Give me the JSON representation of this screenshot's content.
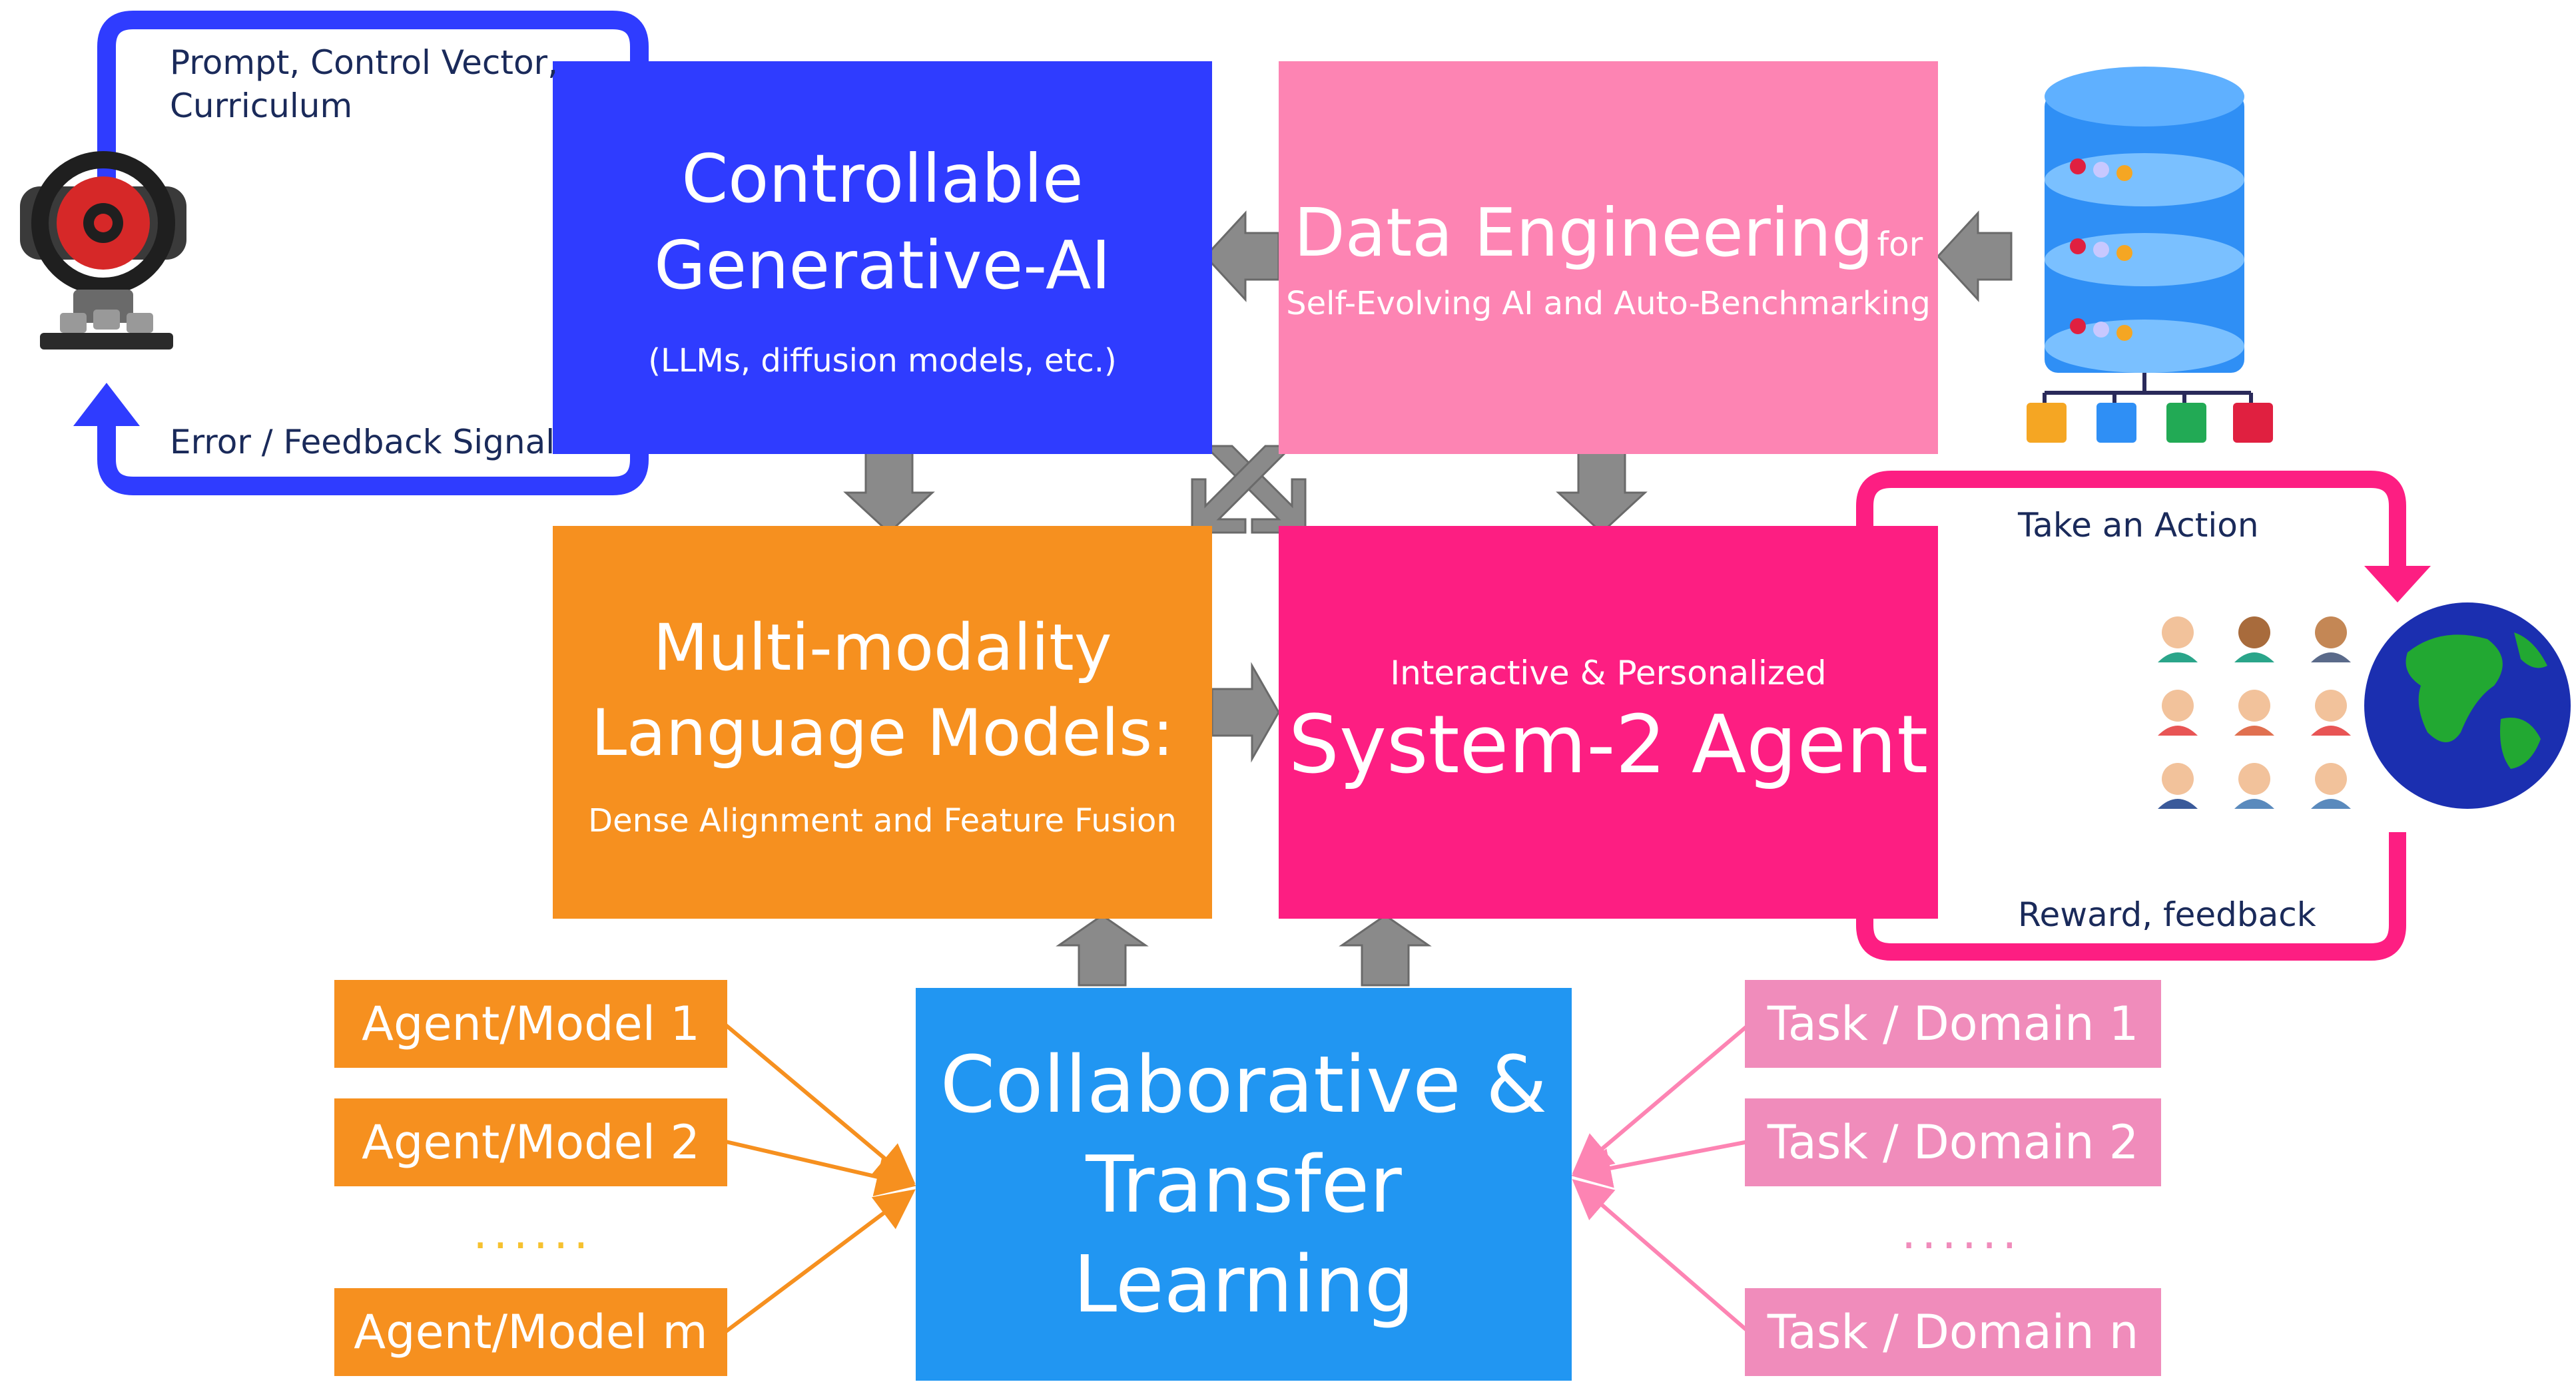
{
  "colors": {
    "blue": "#2f3cff",
    "pink_light": "#fd84b3",
    "orange": "#f6901f",
    "magenta": "#fd1e82",
    "sky": "#2196f2",
    "gray_arrow": "#8a8a8a",
    "label_text": "#1a2a5a"
  },
  "boxes": {
    "controllable": {
      "title_line1": "Controllable",
      "title_line2": "Generative-AI",
      "subtitle": "(LLMs, diffusion models, etc.)"
    },
    "data_engineering": {
      "title": "Data Engineering",
      "title_suffix": "for",
      "subtitle": "Self-Evolving AI and Auto-Benchmarking"
    },
    "multimodality": {
      "title_line1": "Multi-modality",
      "title_line2": "Language Models:",
      "subtitle": "Dense Alignment and Feature Fusion"
    },
    "system2": {
      "subtitle": "Interactive & Personalized",
      "title": "System-2 Agent"
    },
    "collaborative": {
      "title_line1": "Collaborative &",
      "title_line2": "Transfer Learning"
    }
  },
  "agents": [
    "Agent/Model 1",
    "Agent/Model 2",
    "Agent/Model m"
  ],
  "agents_ellipsis": "......",
  "tasks": [
    "Task / Domain 1",
    "Task / Domain 2",
    "Task / Domain n"
  ],
  "tasks_ellipsis": "......",
  "labels": {
    "prompt": "Prompt, Control Vector,",
    "prompt2": "Curriculum",
    "error": "Error / Feedback Signal",
    "take_action": "Take an Action",
    "reward": "Reward, feedback"
  },
  "icons": [
    "steering-wheel-icon",
    "database-icon",
    "globe-icon",
    "people-icon"
  ]
}
